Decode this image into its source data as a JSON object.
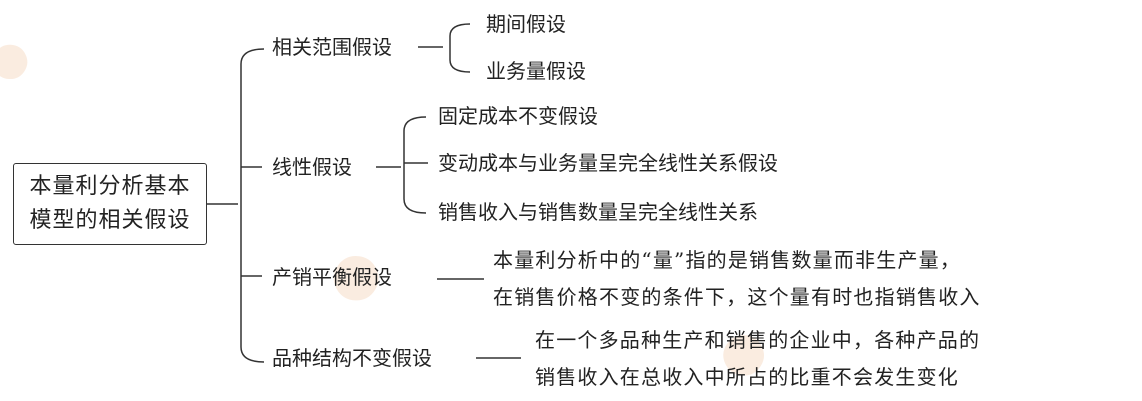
{
  "root": {
    "line1": "本量利分析基本",
    "line2": "模型的相关假设"
  },
  "branches": [
    {
      "label": "相关范围假设",
      "children": [
        "期间假设",
        "业务量假设"
      ]
    },
    {
      "label": "线性假设",
      "children": [
        "固定成本不变假设",
        "变动成本与业务量呈完全线性关系假设",
        "销售收入与销售数量呈完全线性关系"
      ]
    },
    {
      "label": "产销平衡假设",
      "desc": [
        "本量利分析中的“量”指的是销售数量而非生产量，",
        "在销售价格不变的条件下，这个量有时也指销售收入"
      ]
    },
    {
      "label": "品种结构不变假设",
      "desc": [
        "在一个多品种生产和销售的企业中，各种产品的",
        "销售收入在总收入中所占的比重不会发生变化"
      ]
    }
  ],
  "colors": {
    "line": "#333333",
    "text": "#222222",
    "watermark": "#f2c9a8"
  }
}
